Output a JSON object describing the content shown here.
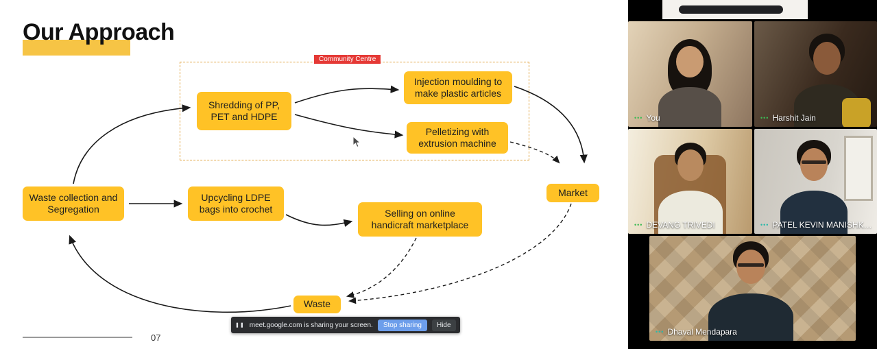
{
  "slide": {
    "title": "Our Approach",
    "page_number": "07",
    "diagram": {
      "community_centre_label": "Community Centre",
      "boxes": {
        "shredding": "Shredding of PP, PET and HDPE",
        "injection": "Injection moulding to make plastic articles",
        "pelletizing": "Pelletizing with extrusion machine",
        "waste_collection": "Waste collection and Segregation",
        "upcycling": "Upcycling LDPE bags into crochet",
        "selling": "Selling on online handicraft marketplace",
        "market": "Market",
        "waste": "Waste"
      }
    },
    "colors": {
      "box_yellow": "#ffc226",
      "title_highlight": "#f6c445",
      "dashed_border": "#e0a23c",
      "zone_label_red": "#e53935"
    }
  },
  "share_bar": {
    "pause_icon": "❚❚",
    "message": "meet.google.com is sharing your screen.",
    "stop_button": "Stop sharing",
    "hide_button": "Hide"
  },
  "meet": {
    "audio_dots": "•••",
    "participants": [
      {
        "name": "You",
        "dot_color": "#3cba54"
      },
      {
        "name": "Harshit Jain",
        "dot_color": "#3cba54"
      },
      {
        "name": "DEVANG TRIVEDI",
        "dot_color": "#3cba54"
      },
      {
        "name": "PATEL KEVIN MANISHK…",
        "dot_color": "#2bb9a9"
      },
      {
        "name": "Dhaval Mendapara",
        "dot_color": "#2bb9a9"
      }
    ]
  }
}
